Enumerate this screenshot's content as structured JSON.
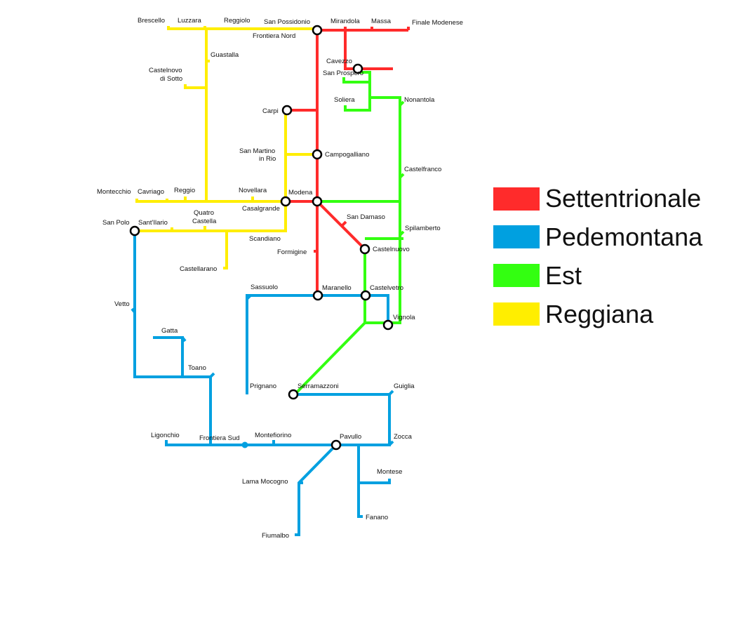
{
  "colors": {
    "settentrionale": "#ff2b2b",
    "pedemontana": "#00a0e0",
    "est": "#33ff11",
    "reggiana": "#ffee00"
  },
  "legend": [
    {
      "label": "Settentrionale",
      "color": "#ff2b2b"
    },
    {
      "label": "Pedemontana",
      "color": "#00a0e0"
    },
    {
      "label": "Est",
      "color": "#33ff11"
    },
    {
      "label": "Reggiana",
      "color": "#ffee00"
    }
  ],
  "stations": {
    "brescello": "Brescello",
    "luzzara": "Luzzara",
    "reggiolo": "Reggiolo",
    "san_possidonio": "San Possidonio",
    "frontiera_nord": "Frontiera Nord",
    "mirandola": "Mirandola",
    "massa": "Massa",
    "finale_modenese": "Finale Modenese",
    "guastalla": "Guastalla",
    "cavezzo": "Cavezzo",
    "san_prospero": "San Prospero",
    "castelnovo_1": "Castelnovo",
    "castelnovo_2": "di Sotto",
    "carpi": "Carpi",
    "soliera": "Soliera",
    "nonantola": "Nonantola",
    "san_martino_1": "San Martino",
    "san_martino_2": "in Rio",
    "campogalliano": "Campogalliano",
    "castelfranco": "Castelfranco",
    "montecchio": "Montecchio",
    "cavriago": "Cavriago",
    "reggio": "Reggio",
    "novellara": "Novellara",
    "modena": "Modena",
    "casalgrande": "Casalgrande",
    "san_polo": "San Polo",
    "santilario": "Sant'Ilario",
    "quattro_castella_1": "Quatro",
    "quattro_castella_2": "Castella",
    "san_damaso": "San Damaso",
    "spilamberto": "Spilamberto",
    "scandiano": "Scandiano",
    "castelnuovo": "Castelnuovo",
    "formigine": "Formigine",
    "castellarano": "Castellarano",
    "sassuolo": "Sassuolo",
    "maranello": "Maranello",
    "castelvetro": "Castelvetro",
    "vetto": "Vetto",
    "vignola": "Vignola",
    "gatta": "Gatta",
    "toano": "Toano",
    "prignano": "Prignano",
    "serramazzoni": "Serramazzoni",
    "guiglia": "Guiglia",
    "ligonchio": "Ligonchio",
    "frontiera_sud": "Frontiera Sud",
    "montefiorino": "Montefiorino",
    "pavullo": "Pavullo",
    "zocca": "Zocca",
    "montese": "Montese",
    "lama_mocogno": "Lama Mocogno",
    "fanano": "Fanano",
    "fiumalbo": "Fiumalbo"
  }
}
